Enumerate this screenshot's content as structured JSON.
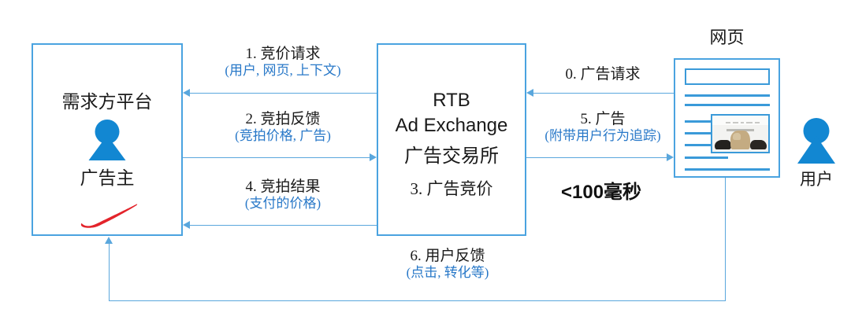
{
  "diagram": {
    "title_note": "RTB real-time bidding flow diagram",
    "accent_blue": "#4aa3e0",
    "label_blue": "#2878c8",
    "icon_blue": "#1287d2",
    "nike_red": "#e3242b"
  },
  "dsp_box": {
    "title": "需求方平台",
    "role_label": "广告主",
    "icon": "person-icon",
    "brand_icon": "nike-swoosh-icon"
  },
  "exchange_box": {
    "line1": "RTB",
    "line2": "Ad Exchange",
    "line3": "广告交易所",
    "line4": "3. 广告竞价"
  },
  "webpage": {
    "caption": "网页",
    "ad_alt": "shoe-advertisement"
  },
  "user": {
    "icon": "person-icon",
    "label": "用户"
  },
  "latency": {
    "text": "<100毫秒"
  },
  "flows": [
    {
      "id": "f1",
      "main": "1. 竞价请求",
      "sub": "(用户, 网页, 上下文)",
      "direction": "exchange-to-dsp"
    },
    {
      "id": "f2",
      "main": "2. 竞拍反馈",
      "sub": "(竞拍价格, 广告)",
      "direction": "dsp-to-exchange"
    },
    {
      "id": "f4",
      "main": "4. 竞拍结果",
      "sub": "(支付的价格)",
      "direction": "exchange-to-dsp"
    },
    {
      "id": "f0",
      "main": "0. 广告请求",
      "sub": "",
      "direction": "webpage-to-exchange"
    },
    {
      "id": "f5",
      "main": "5. 广告",
      "sub": "(附带用户行为追踪)",
      "direction": "exchange-to-webpage"
    },
    {
      "id": "f6",
      "main": "6. 用户反馈",
      "sub": "(点击, 转化等)",
      "direction": "webpage-to-dsp"
    }
  ]
}
